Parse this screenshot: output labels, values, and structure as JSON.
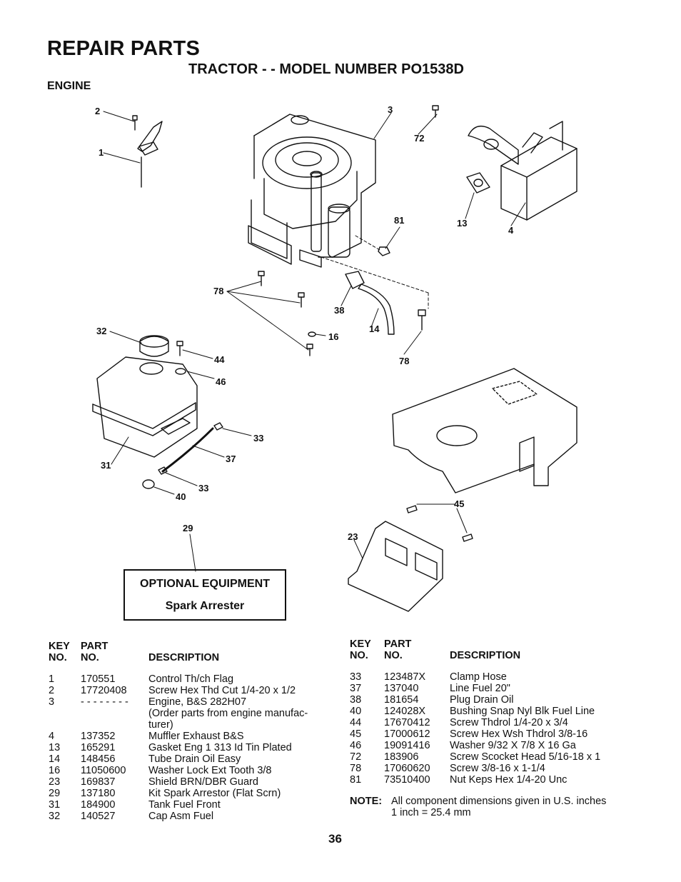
{
  "header": {
    "title": "REPAIR PARTS",
    "subtitle": "TRACTOR - - MODEL NUMBER PO1538D",
    "section": "ENGINE"
  },
  "diagram": {
    "callouts": [
      "1",
      "2",
      "3",
      "72",
      "81",
      "13",
      "4",
      "78",
      "38",
      "14",
      "16",
      "78",
      "32",
      "44",
      "46",
      "33",
      "37",
      "31",
      "33",
      "40",
      "29",
      "45",
      "23"
    ]
  },
  "optional_equipment": {
    "title": "OPTIONAL EQUIPMENT",
    "item": "Spark Arrester"
  },
  "table_headers": {
    "key": "KEY",
    "no": "NO.",
    "part": "PART",
    "part_no": "NO.",
    "description": "DESCRIPTION"
  },
  "parts_left": [
    {
      "key": "1",
      "part": "170551",
      "description": "Control Th/ch Flag"
    },
    {
      "key": "2",
      "part": "17720408",
      "description": "Screw Hex Thd Cut 1/4-20 x 1/2"
    },
    {
      "key": "3",
      "part": "- - - - - - - -",
      "description": "Engine, B&S 282H07"
    },
    {
      "key": "",
      "part": "",
      "description": "(Order parts from engine manufac-"
    },
    {
      "key": "",
      "part": "",
      "description": "turer)"
    },
    {
      "key": "4",
      "part": "137352",
      "description": "Muffler Exhaust B&S"
    },
    {
      "key": "13",
      "part": "165291",
      "description": "Gasket Eng 1 313 Id Tin Plated"
    },
    {
      "key": "14",
      "part": "148456",
      "description": "Tube Drain Oil Easy"
    },
    {
      "key": "16",
      "part": "11050600",
      "description": "Washer Lock Ext Tooth 3/8"
    },
    {
      "key": "23",
      "part": "169837",
      "description": "Shield BRN/DBR Guard"
    },
    {
      "key": "29",
      "part": "137180",
      "description": "Kit Spark Arrestor (Flat Scrn)"
    },
    {
      "key": "31",
      "part": "184900",
      "description": "Tank Fuel Front"
    },
    {
      "key": "32",
      "part": "140527",
      "description": "Cap Asm Fuel"
    }
  ],
  "parts_right": [
    {
      "key": "33",
      "part": "123487X",
      "description": "Clamp Hose"
    },
    {
      "key": "37",
      "part": "137040",
      "description": "Line Fuel 20\""
    },
    {
      "key": "38",
      "part": "181654",
      "description": "Plug Drain Oil"
    },
    {
      "key": "40",
      "part": "124028X",
      "description": "Bushing Snap Nyl Blk Fuel Line"
    },
    {
      "key": "44",
      "part": "17670412",
      "description": "Screw Thdrol 1/4-20 x 3/4"
    },
    {
      "key": "45",
      "part": "17000612",
      "description": "Screw Hex Wsh Thdrol 3/8-16"
    },
    {
      "key": "46",
      "part": "19091416",
      "description": "Washer 9/32 X 7/8 X 16 Ga"
    },
    {
      "key": "72",
      "part": "183906",
      "description": "Screw Scocket Head 5/16-18 x 1"
    },
    {
      "key": "78",
      "part": "17060620",
      "description": "Screw 3/8-16 x 1-1/4"
    },
    {
      "key": "81",
      "part": "73510400",
      "description": "Nut Keps Hex 1/4-20 Unc"
    }
  ],
  "note": {
    "label": "NOTE:",
    "line1": "All component dimensions given in U.S. inches",
    "line2": "1 inch = 25.4 mm"
  },
  "page_number": "36"
}
